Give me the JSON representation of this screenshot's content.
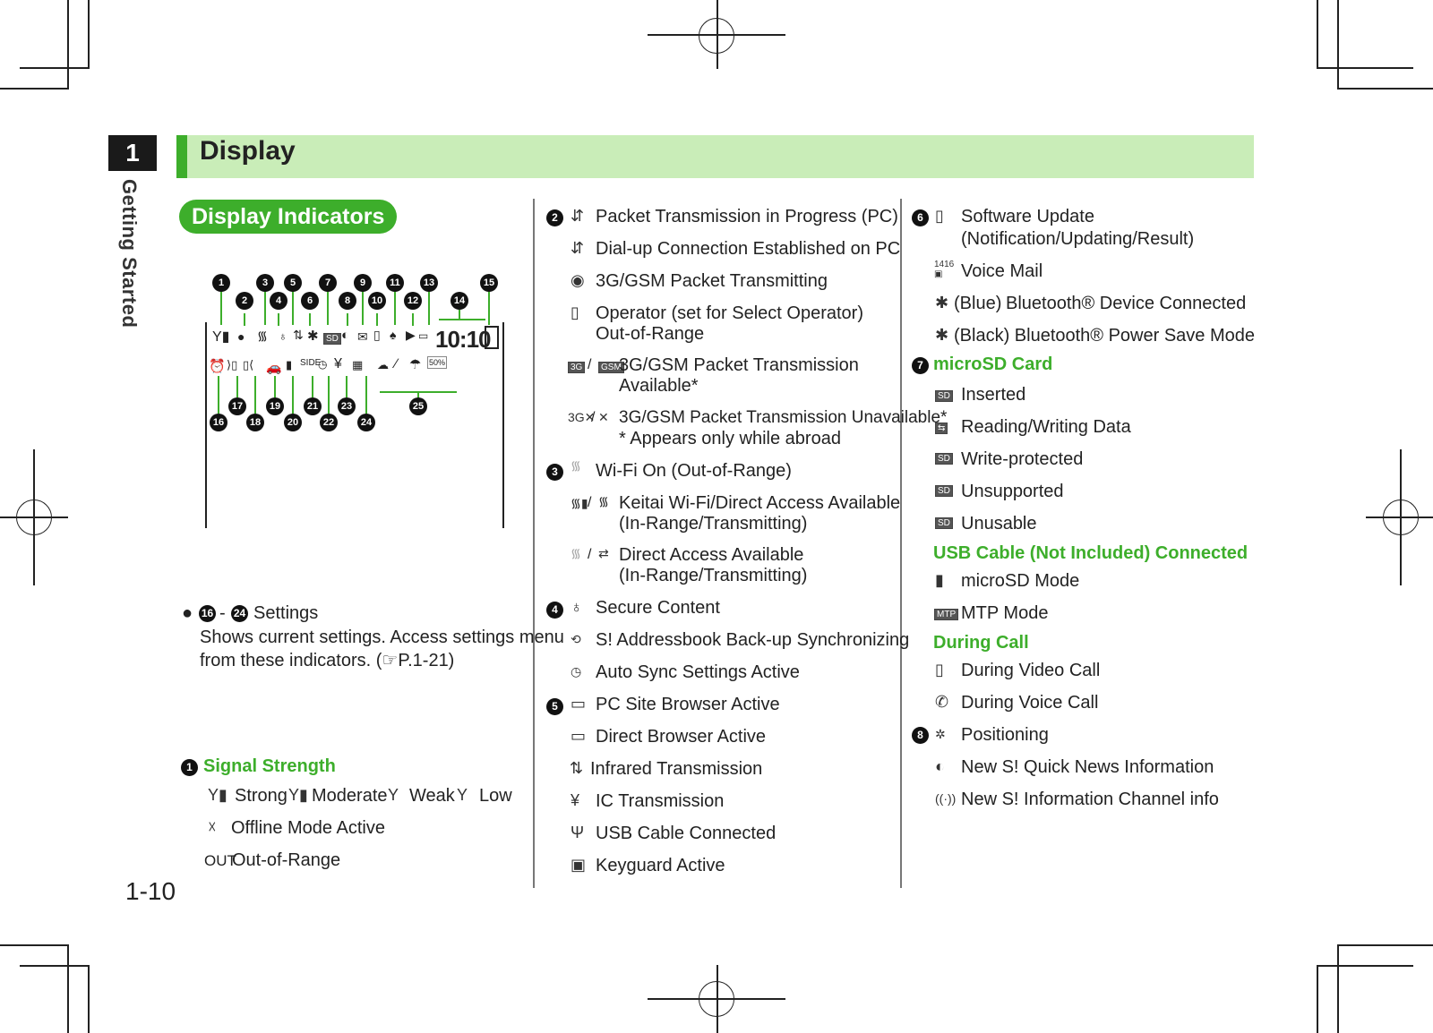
{
  "chapter": {
    "number": "1",
    "title": "Getting Started"
  },
  "section_title": "Display",
  "subsection_title": "Display Indicators",
  "phone_screen": {
    "clock": "10:10",
    "battery_hint": "50%"
  },
  "callouts": [
    "1",
    "2",
    "3",
    "4",
    "5",
    "6",
    "7",
    "8",
    "9",
    "10",
    "11",
    "12",
    "13",
    "14",
    "15",
    "16",
    "17",
    "18",
    "19",
    "20",
    "21",
    "22",
    "23",
    "24",
    "25"
  ],
  "settings_note": {
    "range_from": "16",
    "range_to": "24",
    "label": "Settings",
    "line1": "Shows current settings. Access settings menu",
    "line2": "from these indicators. (☞P.1-21)"
  },
  "signal": {
    "num": "1",
    "heading": "Signal Strength",
    "strong": "Strong",
    "moderate": "Moderate",
    "weak": "Weak",
    "low": "Low",
    "offline": "Offline Mode Active",
    "out_code": "OUT",
    "out": "Out-of-Range"
  },
  "col2": {
    "n2": "2",
    "n3": "3",
    "n4": "4",
    "n5": "5",
    "items": [
      "Packet Transmission in Progress (PC)",
      "Dial-up Connection Established on PC",
      "3G/GSM Packet Transmitting",
      "Operator (set for Select Operator)",
      "Out-of-Range",
      "3G/GSM Packet Transmission",
      "Available*",
      "3G/GSM Packet Transmission Unavailable*",
      "* Appears only while abroad",
      "Wi-Fi On (Out-of-Range)",
      "Keitai Wi-Fi/Direct Access Available",
      "(In-Range/Transmitting)",
      "Direct Access Available",
      "(In-Range/Transmitting)",
      "Secure Content",
      "S! Addressbook Back-up Synchronizing",
      "Auto Sync Settings Active",
      "PC Site Browser Active",
      "Direct Browser Active",
      "Infrared Transmission",
      "IC Transmission",
      "USB Cable Connected",
      "Keyguard Active"
    ],
    "badge_3g": "3G",
    "badge_gsm": "GSM",
    "slash": "/"
  },
  "col3": {
    "n6": "6",
    "n7": "7",
    "n8": "8",
    "items": [
      "Software Update",
      "(Notification/Updating/Result)",
      "Voice Mail",
      "(Blue)",
      "Bluetooth® Device Connected",
      "(Black) Bluetooth® Power Save Mode",
      "Inserted",
      "Reading/Writing Data",
      "Write-protected",
      "Unsupported",
      "Unusable",
      "microSD Mode",
      "MTP Mode",
      "During Video Call",
      "During Voice Call",
      "Positioning",
      "New S! Quick News Information",
      "New S! Information Channel info"
    ],
    "h_microsd": "microSD Card",
    "h_usb": "USB Cable (Not Included) Connected",
    "h_call": "During Call",
    "vm_code": "1416",
    "sd_code": "SD",
    "mtp_code": "MTP"
  },
  "page_number": "1-10",
  "colors": {
    "accent": "#3dae2b",
    "title_bg": "#c9edb8"
  }
}
